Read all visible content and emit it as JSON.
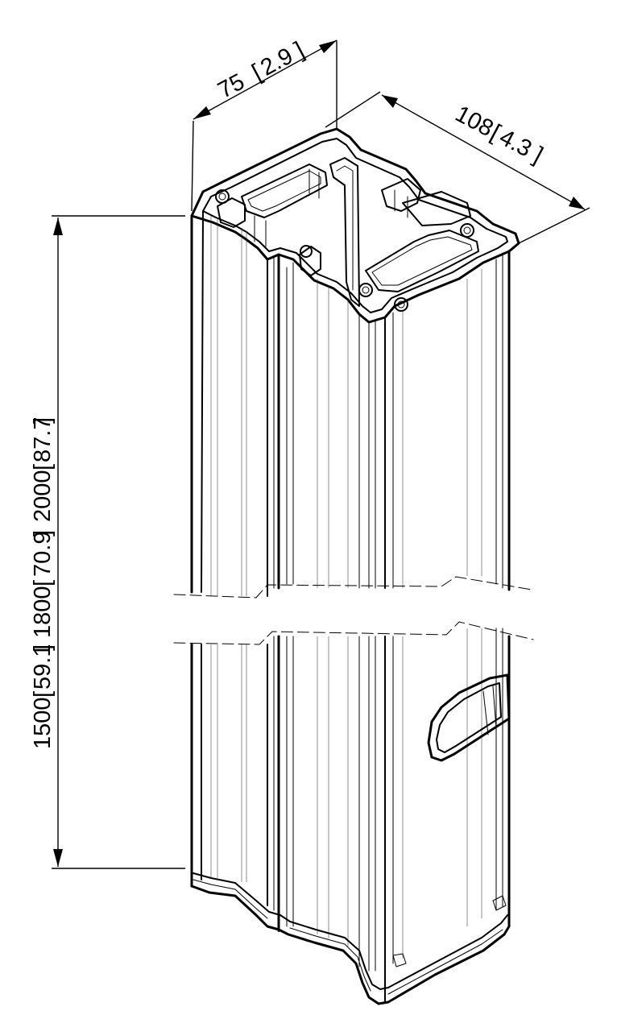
{
  "dimensions": {
    "depth": {
      "value": "75",
      "unit_alt": "2.9"
    },
    "width": {
      "value": "108",
      "unit_alt": "4.3"
    },
    "heights": [
      {
        "value": "1500",
        "unit_alt": "59.1"
      },
      {
        "value": "1800",
        "unit_alt": "70.9"
      },
      {
        "value": "2000",
        "unit_alt": "87.7"
      }
    ]
  },
  "colors": {
    "line": "#000000",
    "background": "#ffffff"
  }
}
